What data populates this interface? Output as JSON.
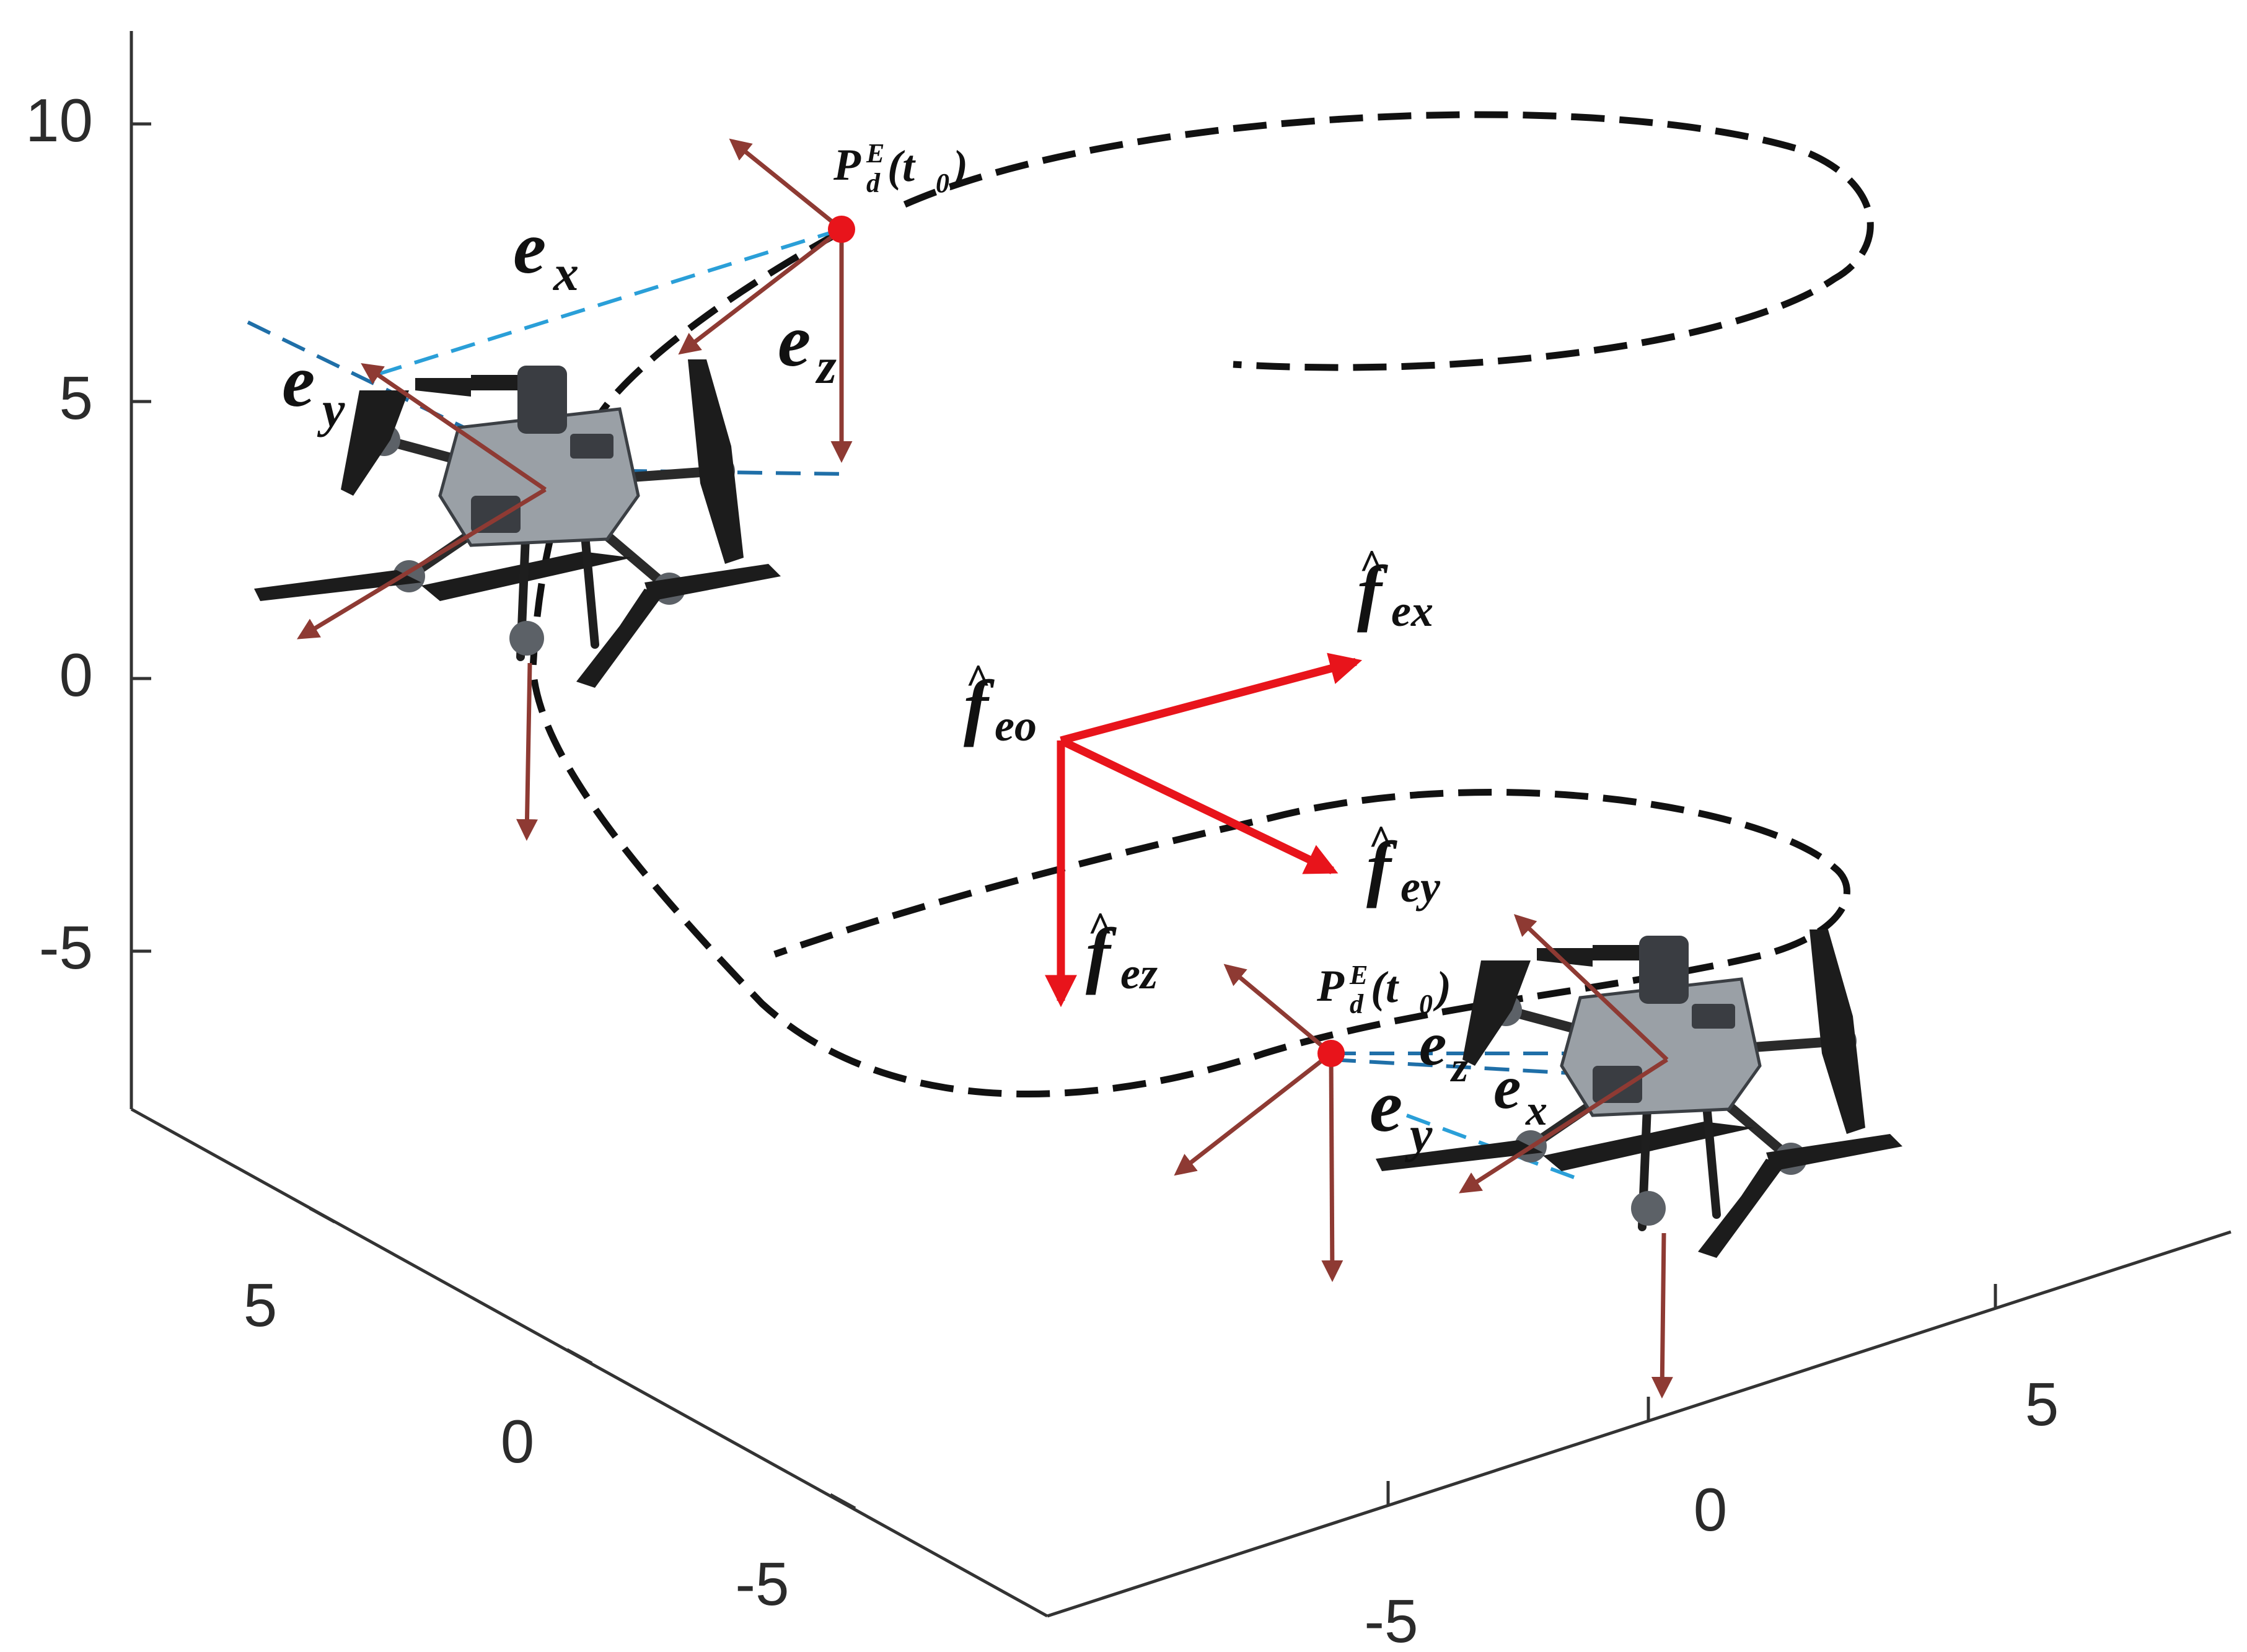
{
  "axes": {
    "z_ticks": [
      "10",
      "5",
      "0",
      "-5"
    ],
    "y_ticks": [
      "5",
      "0",
      "-5"
    ],
    "x_ticks": [
      "-5",
      "0",
      "5"
    ]
  },
  "labels": {
    "target_top": "P",
    "target_top_sup": "E",
    "target_top_sub": "d",
    "target_top_arg": "(t",
    "target_top_arg_sub": "0",
    "target_top_close": ")",
    "target_bottom": "P",
    "target_bottom_sup": "E",
    "target_bottom_sub": "d",
    "target_bottom_arg": "(t",
    "target_bottom_arg_sub": "0",
    "target_bottom_close": ")",
    "err_letter": "e",
    "err_x_sub": "x",
    "err_y_sub": "y",
    "err_z_sub": "z",
    "f_letter": "f",
    "f_o_sub": "eo",
    "f_x_sub": "ex",
    "f_y_sub": "ey",
    "f_z_sub": "ez",
    "hat": "^"
  },
  "colors": {
    "trajectory": "#111111",
    "target_point": "#e8141b",
    "error_line": "#2a9fd8",
    "frame_arrow": "#8e3a33",
    "force_frame": "#e8141b"
  },
  "icons": {
    "drone_top": "quadrotor-drone-icon",
    "drone_bottom": "quadrotor-drone-icon"
  }
}
